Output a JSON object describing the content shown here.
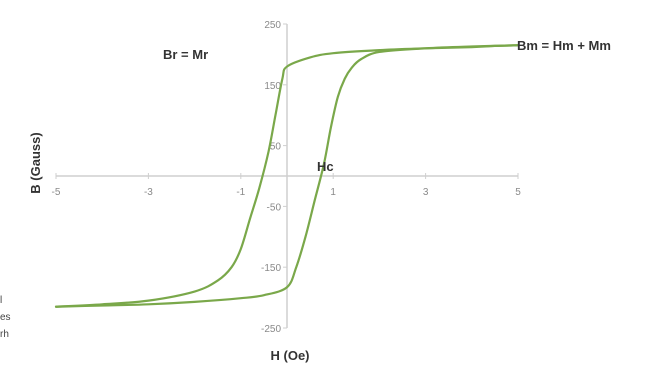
{
  "chart_data": {
    "type": "line",
    "xlabel": "H (Oe)",
    "ylabel": "B (Gauss)",
    "xlim": [
      -5,
      5
    ],
    "ylim": [
      -250,
      250
    ],
    "x_ticks": [
      "-5",
      "-3",
      "-1",
      "1",
      "3",
      "5"
    ],
    "y_ticks": [
      "250",
      "150",
      "50",
      "-50",
      "-150",
      "-250"
    ],
    "grid": false,
    "line_color": "#7aa84a",
    "series": [
      {
        "x": [
          -5.0,
          -4.0,
          -3.0,
          -2.0,
          -1.5,
          -1.2,
          -1.0,
          -0.8,
          -0.6,
          -0.4,
          -0.25,
          -0.1,
          0.0,
          0.5,
          1.0,
          2.0,
          3.0,
          4.0,
          4.5,
          5.0
        ],
        "y": [
          -215,
          -211,
          -205,
          -190,
          -172,
          -150,
          -120,
          -70,
          -20,
          40,
          100,
          160,
          180,
          195,
          202,
          207,
          210,
          212,
          214,
          215
        ]
      },
      {
        "x": [
          -5.0,
          -4.0,
          -3.0,
          -2.0,
          -1.0,
          -0.5,
          0.0,
          0.2,
          0.4,
          0.6,
          0.8,
          0.95,
          1.1,
          1.25,
          1.4,
          1.6,
          2.0,
          3.0,
          4.0,
          5.0
        ],
        "y": [
          -215,
          -213,
          -211,
          -207,
          -201,
          -196,
          -183,
          -150,
          -100,
          -40,
          20,
          80,
          130,
          160,
          178,
          192,
          204,
          210,
          213,
          215
        ]
      }
    ]
  },
  "annotations": {
    "br": "Br = Mr",
    "hc": "Hc",
    "bm": "Bm = Hm + Mm"
  },
  "cropped_left_text": [
    "l",
    "es",
    "rh"
  ]
}
